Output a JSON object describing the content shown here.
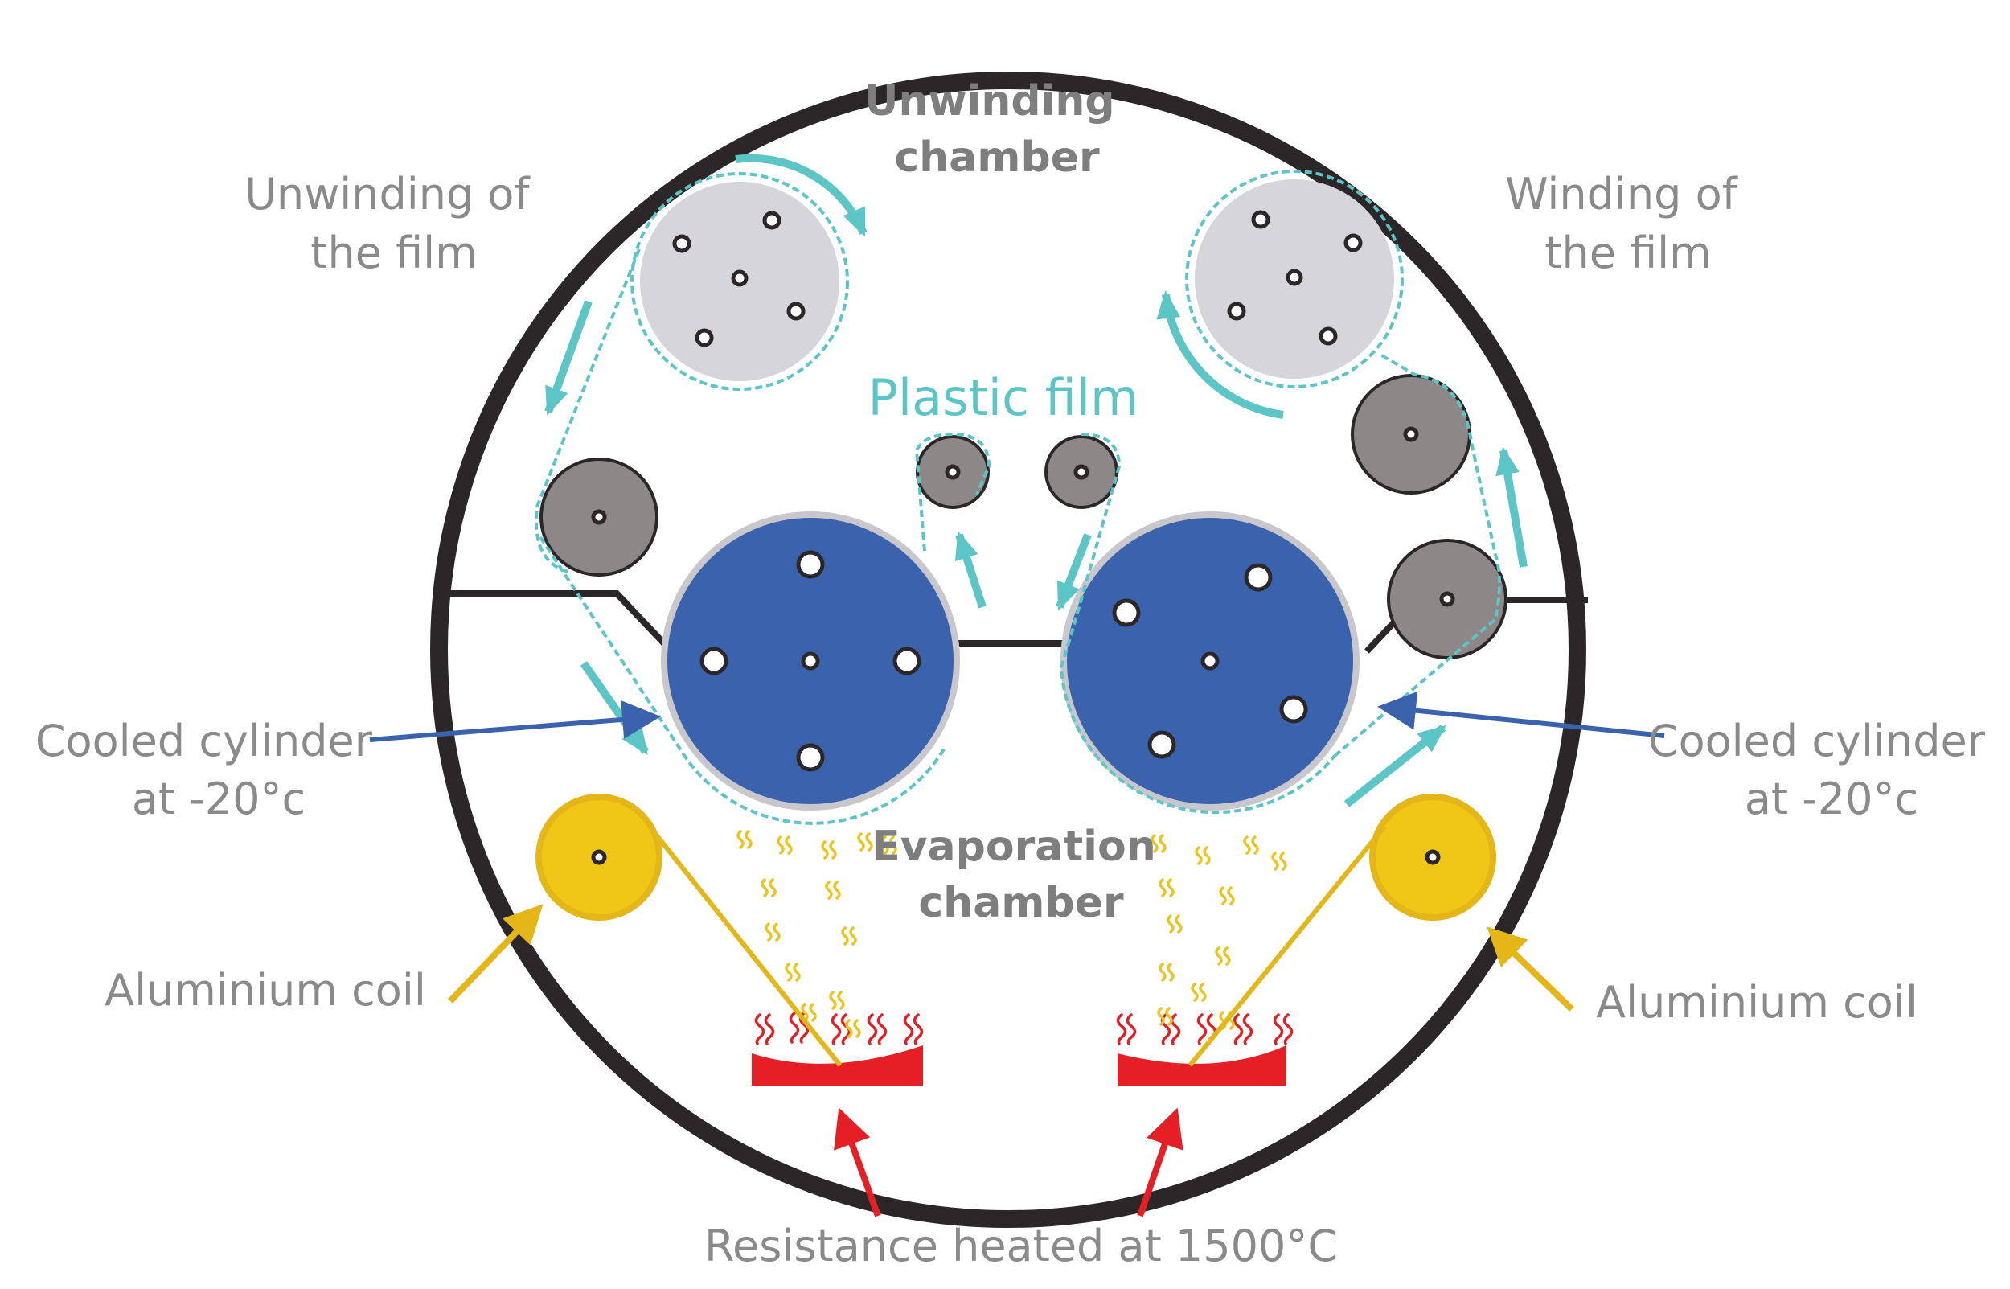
{
  "labels": {
    "unwinding_chamber": [
      "Unwinding",
      "chamber"
    ],
    "evaporation_chamber": [
      "Evaporation",
      "chamber"
    ],
    "unwinding_film": [
      "Unwinding of",
      "the film"
    ],
    "winding_film": [
      "Winding of",
      "the film"
    ],
    "plastic_film": "Plastic film",
    "cooled_left": [
      "Cooled cylinder",
      "at -20°c"
    ],
    "cooled_right": [
      "Cooled cylinder",
      "at -20°c"
    ],
    "alu_left": "Aluminium coil",
    "alu_right": "Aluminium coil",
    "resistance": "Resistance heated at 1500°C"
  },
  "colors": {
    "chamber_wall": "#2b2728",
    "film": "#5cc6c6",
    "cooled_cylinder": "#3b63ad",
    "cylinder_rim": "#c8c8cc",
    "film_reel": "#d6d5da",
    "idler_roller": "#8e8788",
    "aluminium_coil": "#f1c717",
    "aluminium_coil_rim": "#e4b617",
    "aluminium_wire": "#e4b617",
    "heater": "#e61e25",
    "heater_flame": "#e61e25",
    "vapor": "#ecc51c",
    "label_text": "#8a8a8a",
    "pointer_blue": "#3b63ad",
    "pointer_yellow": "#e4b617",
    "pointer_red": "#e61e25"
  }
}
